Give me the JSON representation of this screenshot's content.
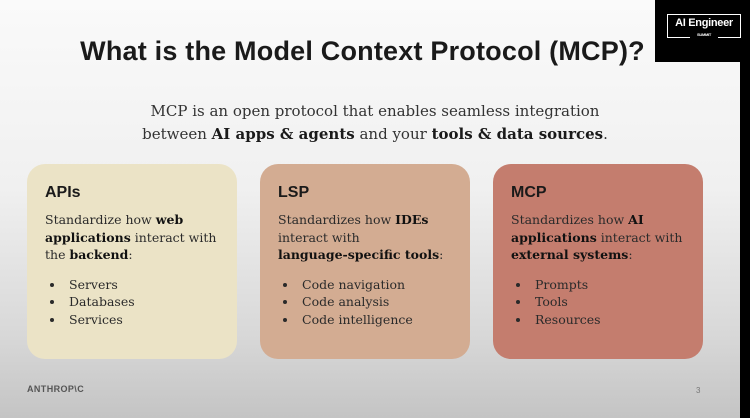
{
  "slide": {
    "title": "What is the Model Context Protocol (MCP)?",
    "subtitle": {
      "part1": "MCP is an open protocol that enables seamless integration",
      "part2": "between ",
      "bold1": "AI apps & agents",
      "part3": " and your ",
      "bold2": "tools & data sources",
      "part4": "."
    },
    "cards": [
      {
        "title": "APIs",
        "t1": "Standardize how ",
        "b1": "web applications",
        "t2": " interact with the ",
        "b2": "backend",
        "t3": ":",
        "items": [
          "Servers",
          "Databases",
          "Services"
        ],
        "color": "#ebe3c6"
      },
      {
        "title": "LSP",
        "t1": "Standardizes how ",
        "b1": "IDEs",
        "t2": " interact with ",
        "b2": "language-specific tools",
        "t3": ":",
        "items": [
          "Code navigation",
          "Code analysis",
          "Code intelligence"
        ],
        "color": "#d3ac92"
      },
      {
        "title": "MCP",
        "t1": "Standardizes how ",
        "b1": "AI applications",
        "t2": " interact with ",
        "b2": "external systems",
        "t3": ":",
        "items": [
          "Prompts",
          "Tools",
          "Resources"
        ],
        "color": "#c47d6e"
      }
    ],
    "footer_logo": "ANTHROP\\C",
    "page_number": "3"
  },
  "overlay": {
    "event_title": "AI Engineer",
    "event_sub": "SUMMIT"
  }
}
